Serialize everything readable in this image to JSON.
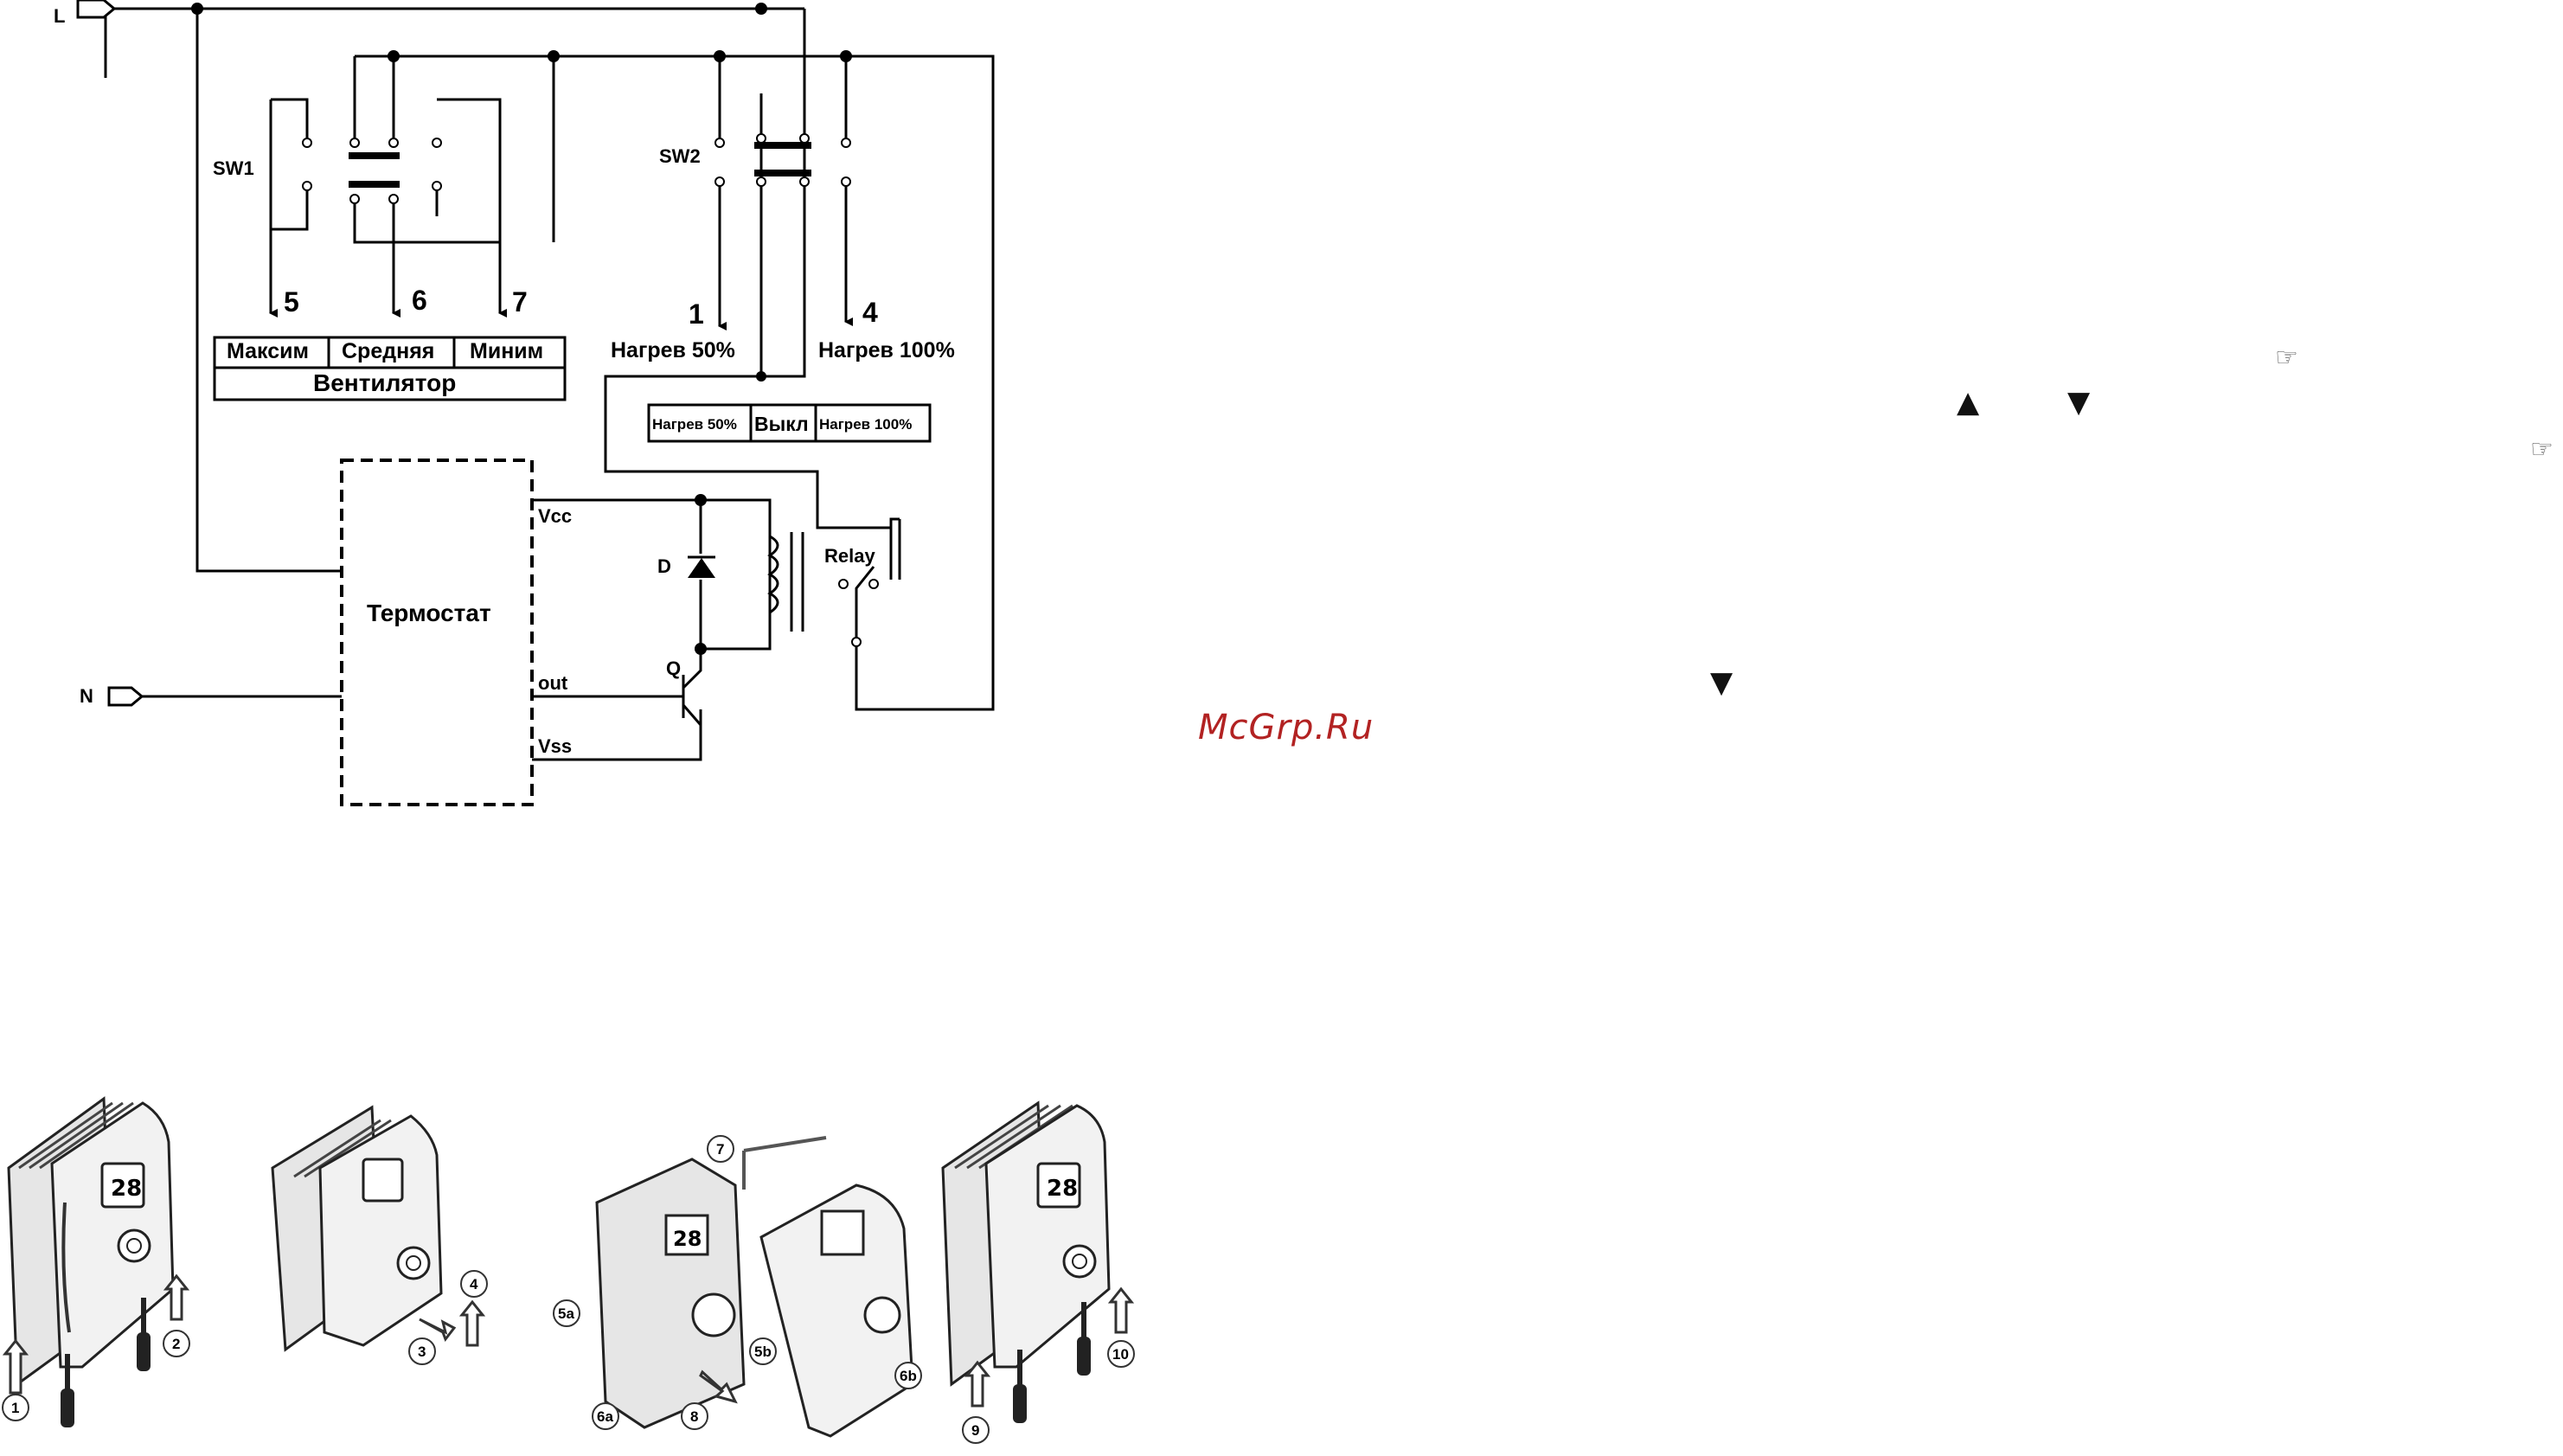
{
  "terminals": {
    "line": "L",
    "neutral": "N"
  },
  "switches": {
    "sw1": "SW1",
    "sw2": "SW2"
  },
  "fan_outputs": {
    "out5": "5",
    "out6": "6",
    "out7": "7"
  },
  "fan_table": {
    "max": "Максим",
    "medium": "Средняя",
    "min": "Миним",
    "caption": "Вентилятор"
  },
  "heat_outputs": {
    "out1": "1",
    "out4": "4",
    "heat50": "Нагрев 50%",
    "heat100": "Нагрев 100%"
  },
  "heat_table": {
    "heat50": "Нагрев 50%",
    "off": "Выкл",
    "heat100": "Нагрев 100%"
  },
  "thermostat": {
    "label": "Термостат",
    "vcc": "Vcc",
    "out": "out",
    "vss": "Vss"
  },
  "components": {
    "diode": "D",
    "relay": "Relay",
    "transistor": "Q"
  },
  "steps": [
    "1",
    "2",
    "3",
    "4",
    "5a",
    "5b",
    "6a",
    "6b",
    "7",
    "8",
    "9",
    "10"
  ],
  "symbols": {
    "up": "▲",
    "down": "▼",
    "down2": "▼",
    "hand": "☞",
    "hand2": "☞"
  },
  "watermark": "McGrp.Ru"
}
